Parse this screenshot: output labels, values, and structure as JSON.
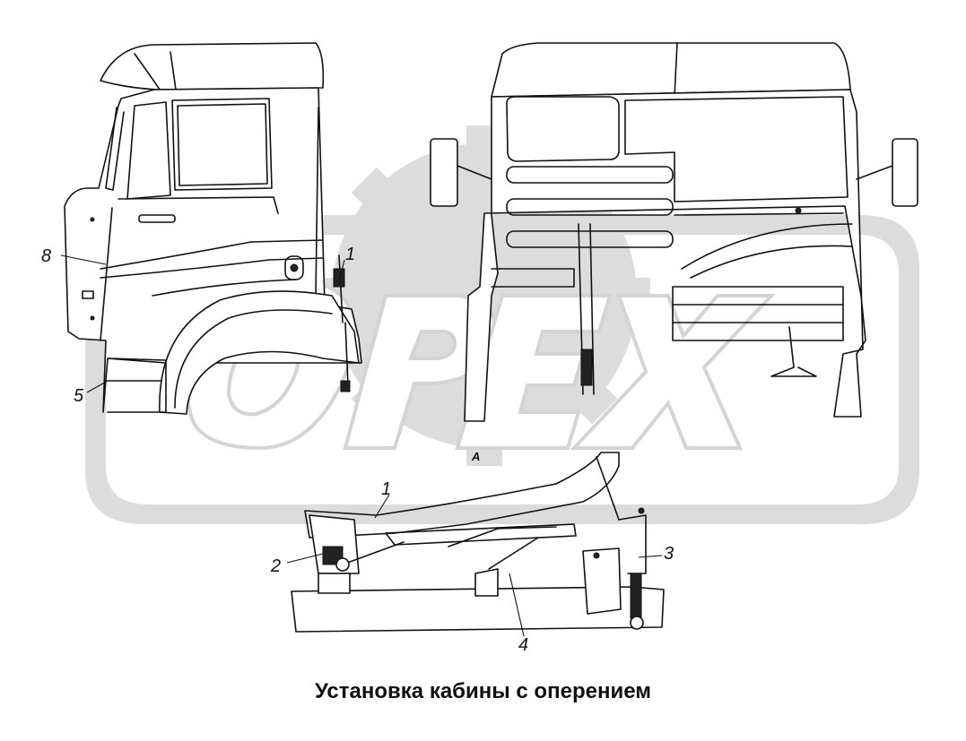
{
  "caption": "Установка кабины с оперением",
  "watermark": {
    "text": "OPEX"
  },
  "view_label": "А",
  "callouts": {
    "side_8": "8",
    "side_1": "1",
    "side_5": "5",
    "detail_1": "1",
    "detail_2": "2",
    "detail_3": "3",
    "detail_4": "4"
  }
}
